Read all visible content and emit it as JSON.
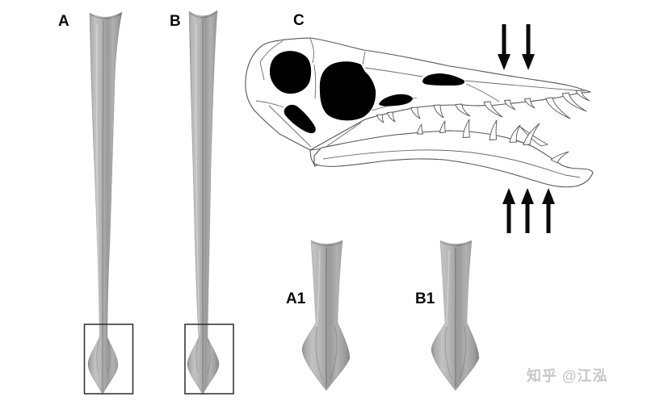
{
  "figure": {
    "type": "scientific-figure",
    "subject": "pterosaur teeth and skull diagram",
    "panels": {
      "a": {
        "label": "A",
        "content": "full tooth render, view 1"
      },
      "b": {
        "label": "B",
        "content": "full tooth render, view 2"
      },
      "c": {
        "label": "C",
        "content": "skull line drawing with bite-force arrows"
      },
      "a1": {
        "label": "A1",
        "content": "enlarged tooth tip of A"
      },
      "b1": {
        "label": "B1",
        "content": "enlarged tooth tip of B"
      }
    },
    "watermark": {
      "text": "知乎 @江泓",
      "color": "#c7c7c7"
    },
    "icons": {
      "down_arrows": {
        "name": "down-arrow-icon",
        "count": 2
      },
      "up_arrows": {
        "name": "up-arrow-icon",
        "count": 3
      }
    },
    "colors": {
      "background": "#ffffff",
      "tooth_gray_light": "#c2c2c2",
      "tooth_gray_mid": "#a8a8a8",
      "tooth_gray_dark": "#868686",
      "skull_line": "#555555",
      "fenestra_fill": "#000000",
      "arrow_fill": "#0a0a0a",
      "box_stroke": "#2b2b2b"
    }
  }
}
